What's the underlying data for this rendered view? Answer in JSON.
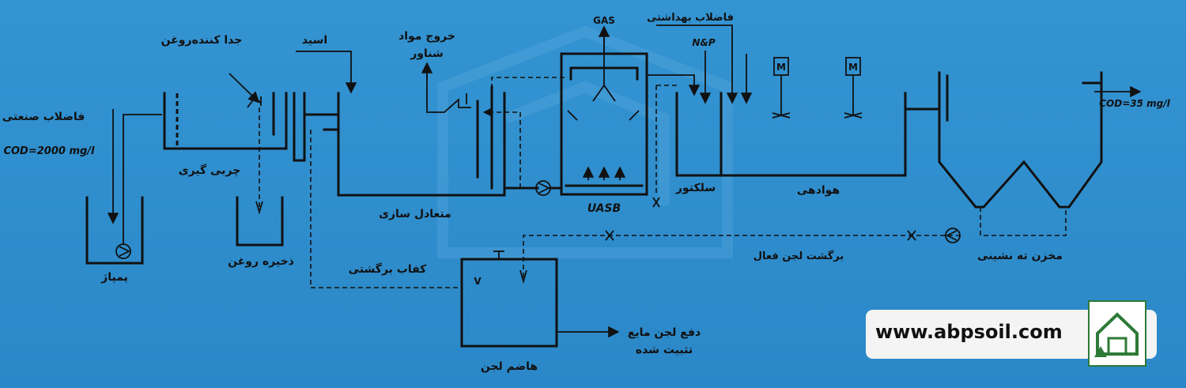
{
  "labels": {
    "industrial_wastewater": "فاضلاب صنعتی",
    "cod_in": "COD=2000 mg/l",
    "pumping": "پمپاژ",
    "oil_separator": "جدا کننده‌روغن",
    "grease_removal": "چربی گیری",
    "oil_storage": "ذخیره روغن",
    "acid": "اسید",
    "floating_exit_1": "خروج مواد",
    "floating_exit_2": "شناور",
    "equalization": "متعادل سازی",
    "gas": "GAS",
    "uasb": "UASB",
    "sanitary_wastewater": "فاضلاب بهداشتی",
    "np": "N&P",
    "selector": "سلکتور",
    "aeration": "هوادهی",
    "motor_1": "M",
    "motor_2": "M",
    "cod_out": "COD=35 mg/l",
    "sedimentation_tank": "مخزن ته نشینی",
    "return_active_sludge": "برگشت لجن فعال",
    "return_foam": "کفاب برگشتی",
    "sludge_digester": "هاضم لجن",
    "stabilized_sludge_1": "دفع لجن مایع",
    "stabilized_sludge_2": "تثبیت شده",
    "digester_mark": "V"
  },
  "brand": {
    "url": "www.abpsoil.com"
  },
  "colors": {
    "background": "#2f8ccd",
    "line": "#111111",
    "logo_green": "#2d7a37"
  }
}
